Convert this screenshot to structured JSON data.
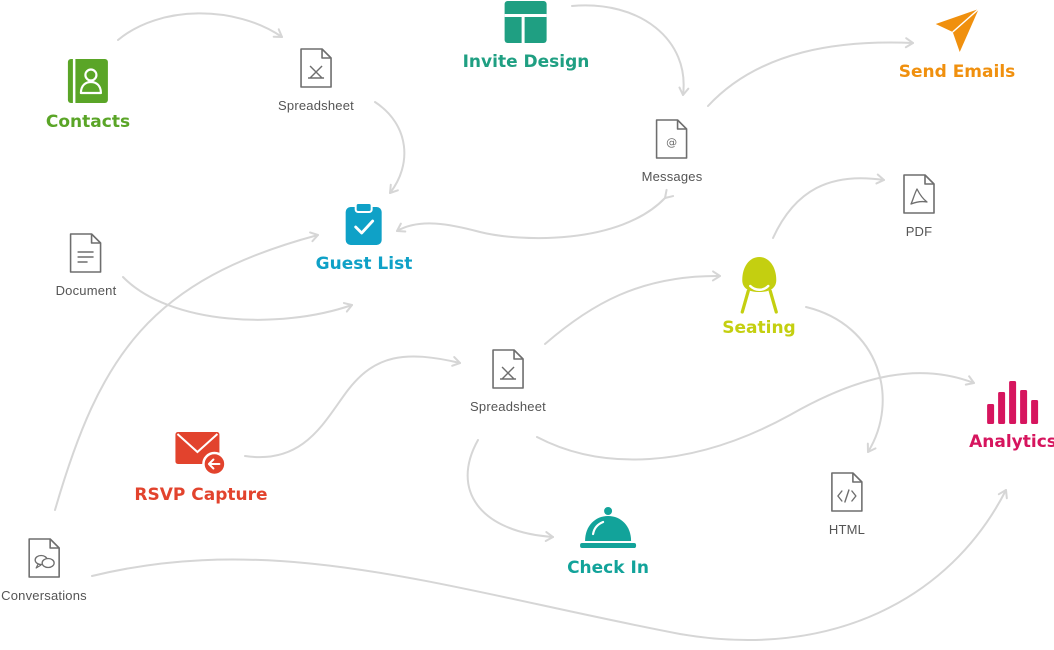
{
  "colors": {
    "arrow": "#d6d6d6",
    "file_stroke": "#6e6e6e",
    "contacts": "#5aa527",
    "guest_list": "#0fa1c7",
    "invite_design": "#1f9f82",
    "send_emails": "#f0900e",
    "seating": "#c4cf10",
    "rsvp_capture": "#e2432d",
    "check_in": "#12a39a",
    "analytics": "#d6155e"
  },
  "nodes": {
    "contacts": {
      "label": "Contacts",
      "icon": "address-book-icon"
    },
    "invite_design": {
      "label": "Invite Design",
      "icon": "layout-template-icon"
    },
    "send_emails": {
      "label": "Send Emails",
      "icon": "paper-plane-icon"
    },
    "guest_list": {
      "label": "Guest List",
      "icon": "clipboard-check-icon"
    },
    "seating": {
      "label": "Seating",
      "icon": "chair-icon"
    },
    "rsvp_capture": {
      "label": "RSVP Capture",
      "icon": "envelope-reply-icon"
    },
    "check_in": {
      "label": "Check In",
      "icon": "service-bell-icon"
    },
    "analytics": {
      "label": "Analytics",
      "icon": "bar-chart-icon"
    }
  },
  "files": {
    "spreadsheet_top": {
      "label": "Spreadsheet",
      "icon": "spreadsheet-file-icon"
    },
    "messages": {
      "label": "Messages",
      "icon": "email-file-icon"
    },
    "document": {
      "label": "Document",
      "icon": "document-file-icon"
    },
    "pdf": {
      "label": "PDF",
      "icon": "pdf-file-icon"
    },
    "spreadsheet_mid": {
      "label": "Spreadsheet",
      "icon": "spreadsheet-file-icon"
    },
    "html": {
      "label": "HTML",
      "icon": "code-file-icon"
    },
    "conversations": {
      "label": "Conversations",
      "icon": "chat-file-icon"
    }
  }
}
